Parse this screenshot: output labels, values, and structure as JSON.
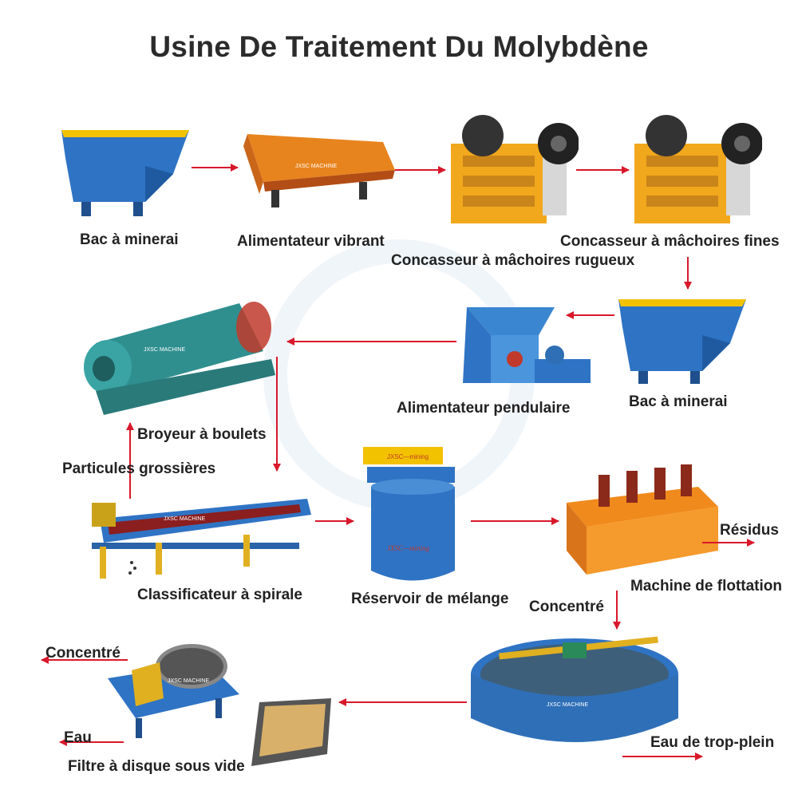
{
  "title": "Usine De Traitement Du Molybdène",
  "watermark_text": "JXSC MACHINE",
  "colors": {
    "arrow": "#d9182b",
    "blue": "#2f73c4",
    "orange": "#f08a1c",
    "teal": "#2f8f8f"
  },
  "labels": {
    "hopper1": "Bac à minerai",
    "vibrating_feeder": "Alimentateur vibrant",
    "coarse_jaw": "Concasseur à mâchoires rugueux",
    "fine_jaw": "Concasseur à mâchoires fines",
    "hopper2": "Bac à minerai",
    "pendulum_feeder": "Alimentateur pendulaire",
    "ball_mill": "Broyeur à boulets",
    "coarse_particles": "Particules grossières",
    "spiral_classifier": "Classificateur à spirale",
    "mixing_tank": "Réservoir de mélange",
    "flotation": "Machine de flottation",
    "residues": "Résidus",
    "concentrate1": "Concentré",
    "concentrate2": "Concentré",
    "overflow_water": "Eau de trop-plein",
    "water": "Eau",
    "disc_filter": "Filtre à disque sous vide"
  },
  "tank_text": "JXSC—mining"
}
